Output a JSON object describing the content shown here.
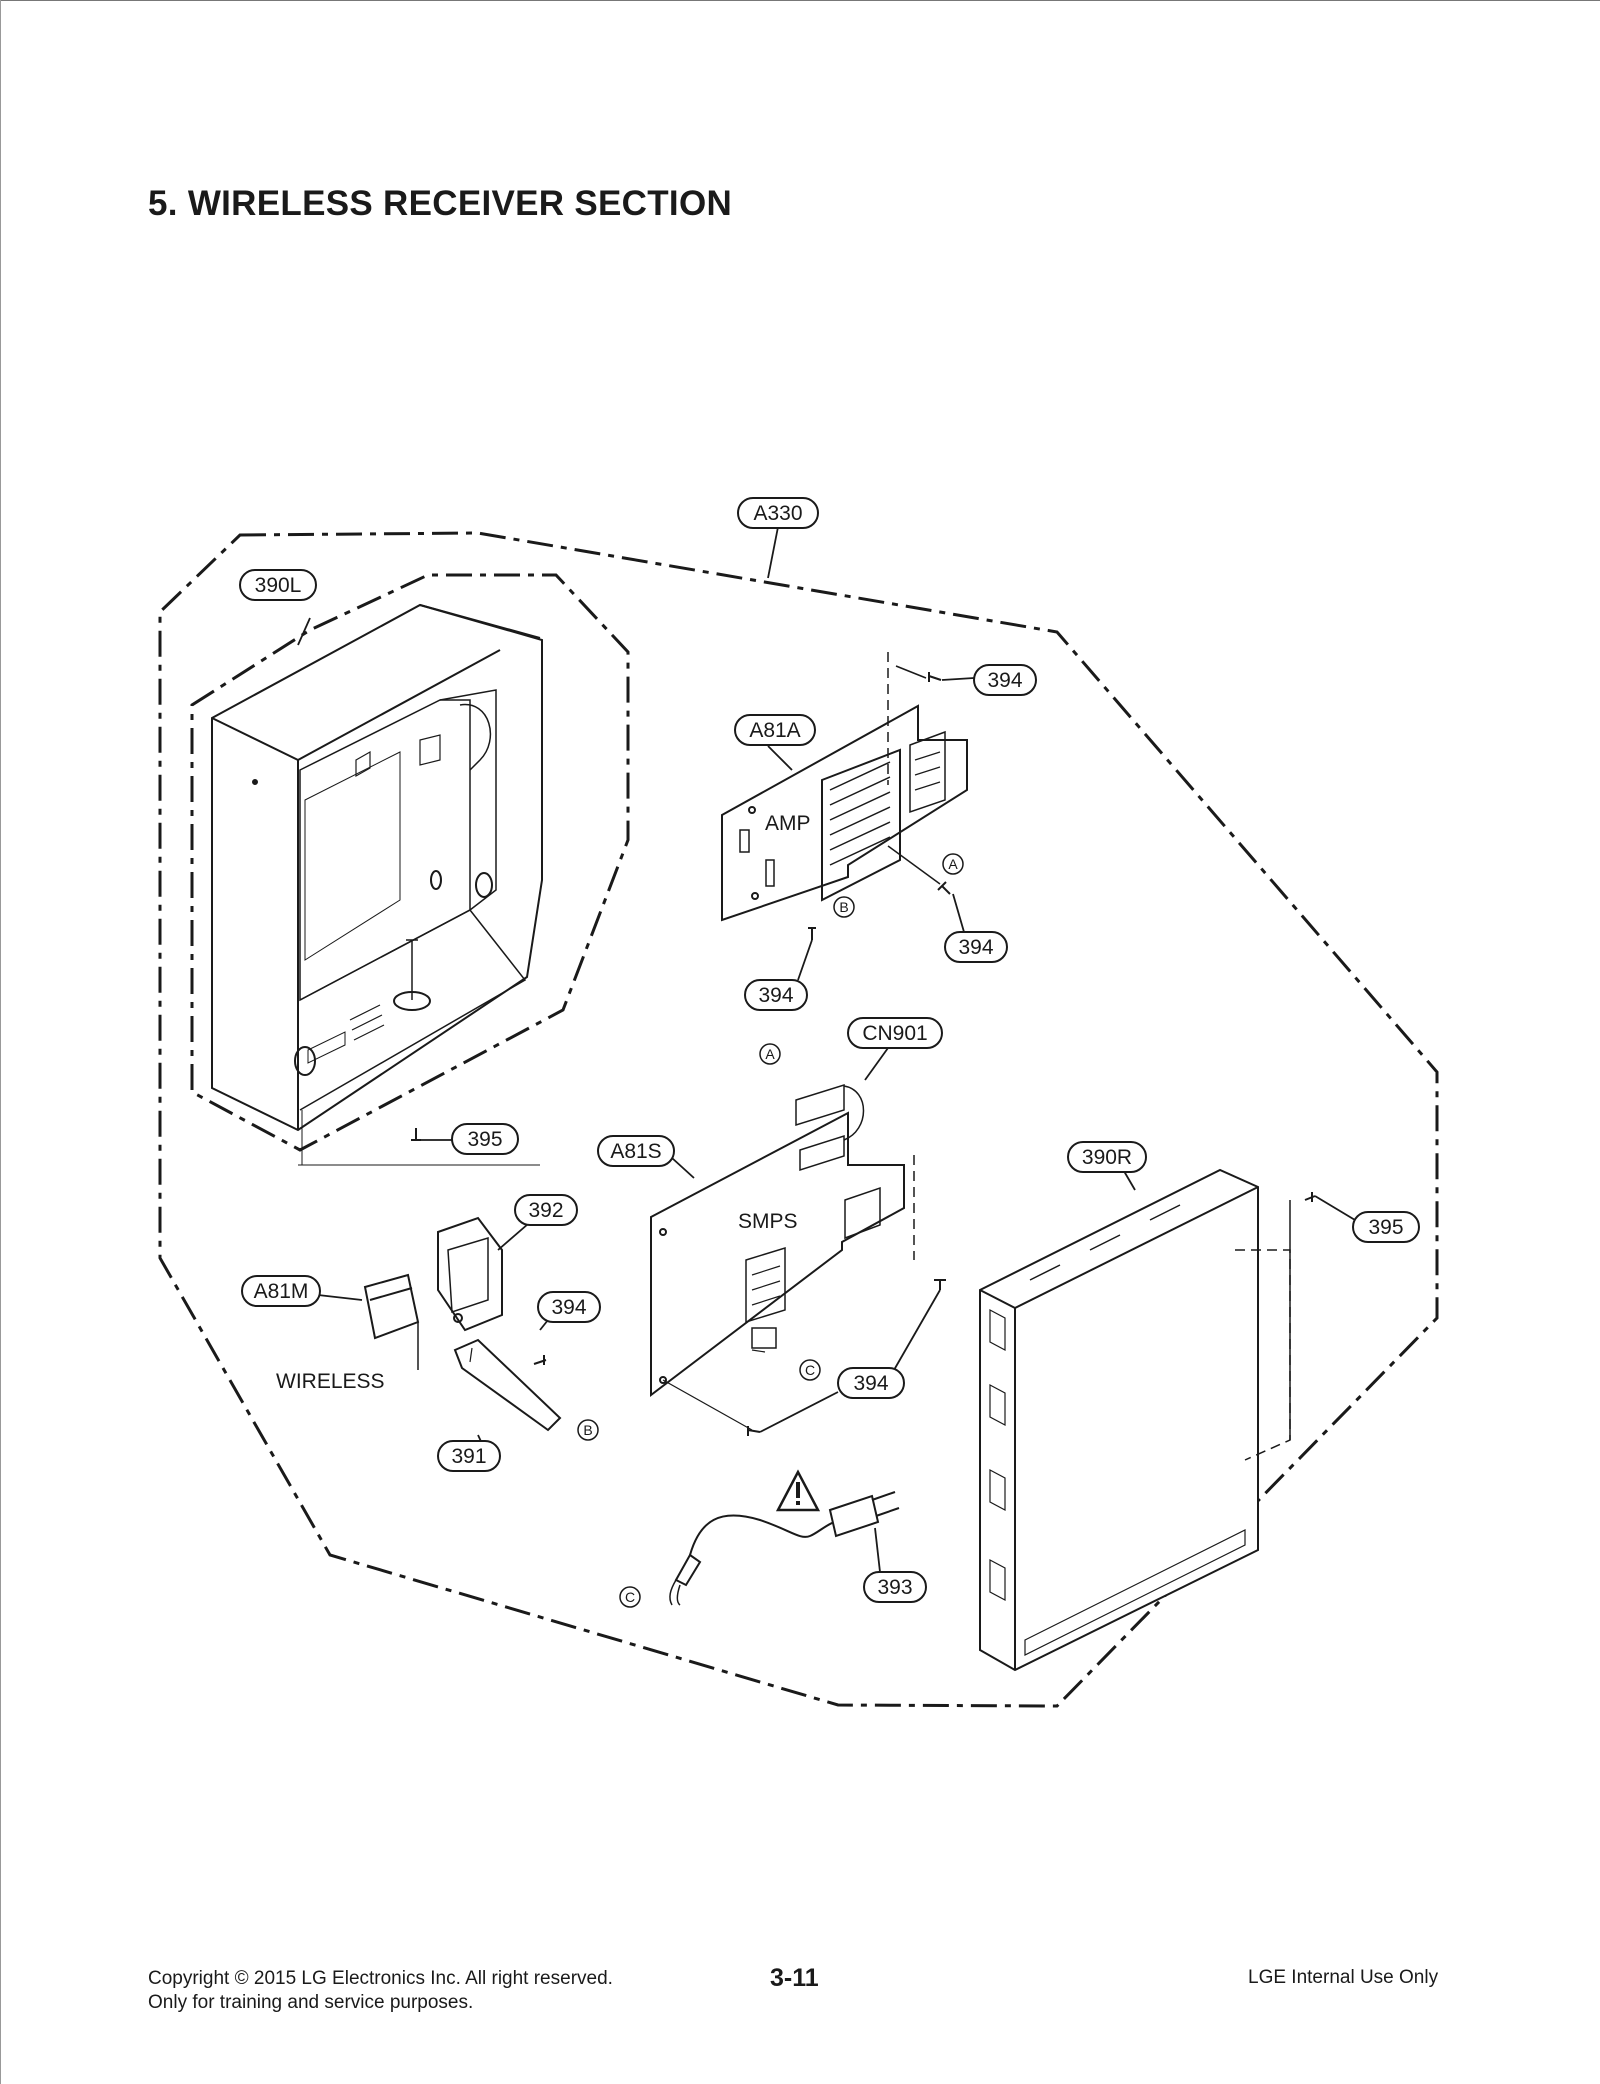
{
  "page": {
    "title": "5. WIRELESS RECEIVER SECTION",
    "page_number": "3-11",
    "copyright_line1": "Copyright © 2015 LG Electronics Inc. All right reserved.",
    "copyright_line2": "Only for training and service purposes.",
    "internal_note": "LGE Internal Use Only"
  },
  "diagram": {
    "part_tags": {
      "a330": "A330",
      "p390l": "390L",
      "p394_top": "394",
      "a81a": "A81A",
      "p394_mid": "394",
      "p394_left": "394",
      "cn901": "CN901",
      "p395_left": "395",
      "a81s": "A81S",
      "p390r": "390R",
      "p395_right": "395",
      "p392": "392",
      "a81m": "A81M",
      "p394_small": "394",
      "p394_bottom": "394",
      "p391": "391",
      "p393": "393"
    },
    "board_labels": {
      "amp": "AMP",
      "smps": "SMPS",
      "wireless": "WIRELESS"
    },
    "connector_marks": {
      "a1": "A",
      "a2": "A",
      "b1": "B",
      "b2": "B",
      "c1": "C",
      "c2": "C"
    },
    "icons": [
      "warning-triangle-icon"
    ]
  }
}
